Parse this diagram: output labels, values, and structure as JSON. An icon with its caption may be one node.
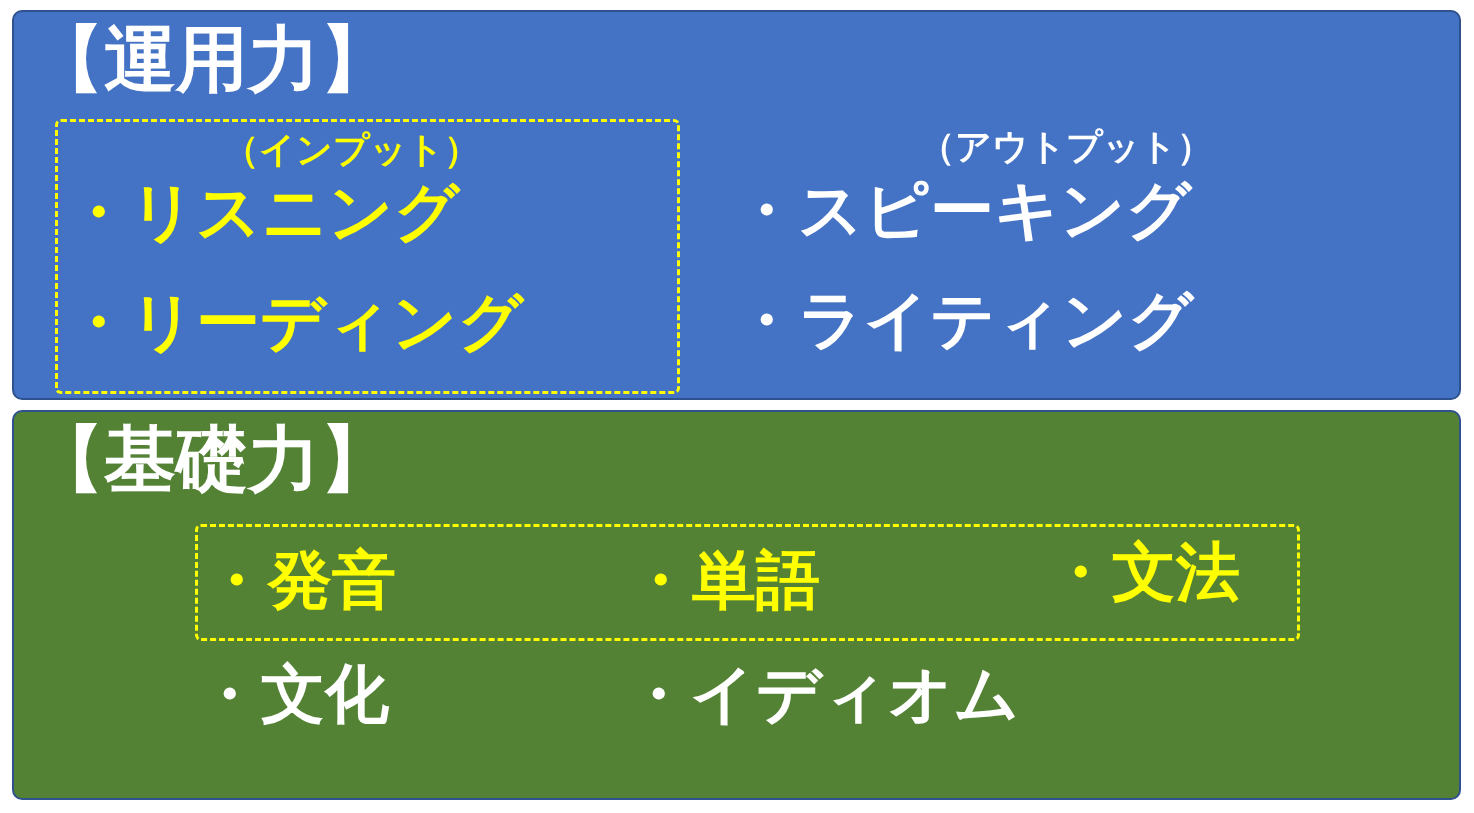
{
  "diagram": {
    "nodes": [
      {
        "text": [
          "【運用力】"
        ]
      },
      {
        "text": [
          "（インプット）",
          "・リスニング",
          "・リーディング"
        ],
        "in": 0
      },
      {
        "text": [
          "【基礎力】"
        ]
      },
      {
        "text": [
          "・発音",
          "・単語",
          "・文法"
        ],
        "in": 2
      }
    ],
    "labels": [
      "（アウトプット）",
      "・スピーキング",
      "・ライティング",
      "・文化",
      "・イディオム"
    ]
  }
}
